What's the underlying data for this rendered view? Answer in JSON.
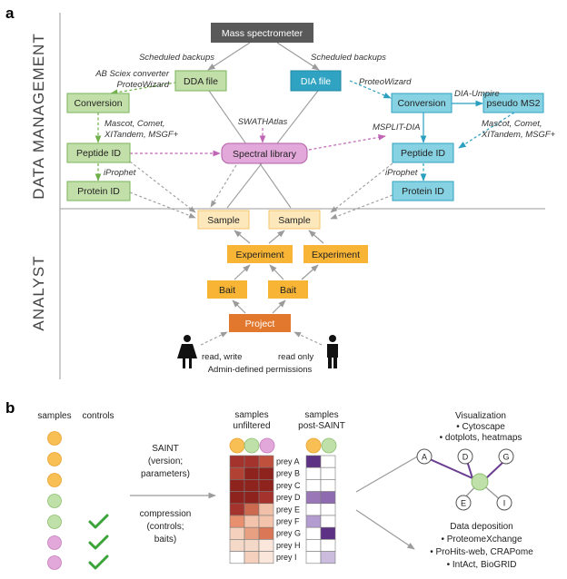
{
  "panel_a": {
    "label": "a",
    "section_data_management": "DATA MANAGEMENT",
    "section_analyst": "ANALYST",
    "nodes": {
      "mass_spec": "Mass spectrometer",
      "dda_file": "DDA file",
      "dia_file": "DIA file",
      "conversion_left": "Conversion",
      "conversion_right": "Conversion",
      "pseudo_ms2": "pseudo MS2",
      "peptide_id_left": "Peptide ID",
      "peptide_id_right": "Peptide ID",
      "protein_id_left": "Protein ID",
      "protein_id_right": "Protein ID",
      "spectral_library": "Spectral library",
      "sample_1": "Sample",
      "sample_2": "Sample",
      "experiment_1": "Experiment",
      "experiment_2": "Experiment",
      "bait_1": "Bait",
      "bait_2": "Bait",
      "project": "Project"
    },
    "annotations": {
      "scheduled_backups_left": "Scheduled backups",
      "scheduled_backups_right": "Scheduled backups",
      "ab_sciex_line1": "AB Sciex converter",
      "ab_sciex_line2": "ProteoWizard",
      "proteowizard_right": "ProteoWizard",
      "dia_umpire": "DIA-Umpire",
      "search_left_line1": "Mascot, Comet,",
      "search_left_line2": "XITandem, MSGF+",
      "search_right_line1": "Mascot, Comet,",
      "search_right_line2": "XITandem, MSGF+",
      "swathatlas": "SWATHAtlas",
      "msplit_dia": "MSPLIT-DIA",
      "iprophet_left": "iProphet",
      "iprophet_right": "iProphet",
      "read_write": "read, write",
      "read_only": "read only",
      "admin_permissions": "Admin-defined permissions"
    }
  },
  "panel_b": {
    "label": "b",
    "col_samples": "samples",
    "col_controls": "controls",
    "saint_lines": [
      "SAINT",
      "(version;",
      "parameters)"
    ],
    "compression_lines": [
      "compression",
      "(controls;",
      "baits)"
    ],
    "hm_unfiltered_lines": [
      "samples",
      "unfiltered"
    ],
    "hm_post_lines": [
      "samples",
      "post-SAINT"
    ],
    "preys": [
      "prey A",
      "prey B",
      "prey C",
      "prey D",
      "prey E",
      "prey F",
      "prey G",
      "prey H",
      "prey I"
    ],
    "visualization": {
      "title": "Visualization",
      "items": [
        "• Cytoscape",
        "• dotplots, heatmaps"
      ]
    },
    "network_nodes": [
      "A",
      "D",
      "G",
      "E",
      "I"
    ],
    "data_deposition": {
      "title": "Data deposition",
      "items": [
        "• ProteomeXchange",
        "• ProHits-web, CRAPome",
        "• IntAct, BioGRID"
      ]
    }
  },
  "colors": {
    "green_fill": "#c3dfa9",
    "green_stroke": "#79b35a",
    "blue_fill": "#86d1e2",
    "blue_stroke": "#2fa3c1",
    "purple_fill": "#e3a8da",
    "purple_stroke": "#b25fa8",
    "sample_fill": "#fde8bc",
    "orange_fill": "#f8b535",
    "project_fill": "#e2782e",
    "dark_grey": "#595959"
  }
}
